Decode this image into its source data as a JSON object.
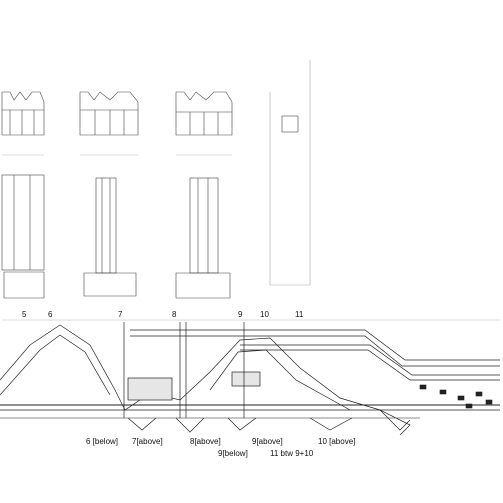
{
  "section_markers": [
    "5",
    "6",
    "7",
    "8",
    "9",
    "10",
    "11"
  ],
  "bottom_labels": {
    "l6": "6 [below]",
    "l7": "7[above]",
    "l8": "8[above]",
    "l9a": "9[above]",
    "l9b": "9[below]",
    "l11": "11 btw 9+10",
    "l10": "10 [above]"
  },
  "colors": {
    "line": "#222222",
    "light": "#9a9a9a",
    "fill": "#e6e6e6"
  }
}
